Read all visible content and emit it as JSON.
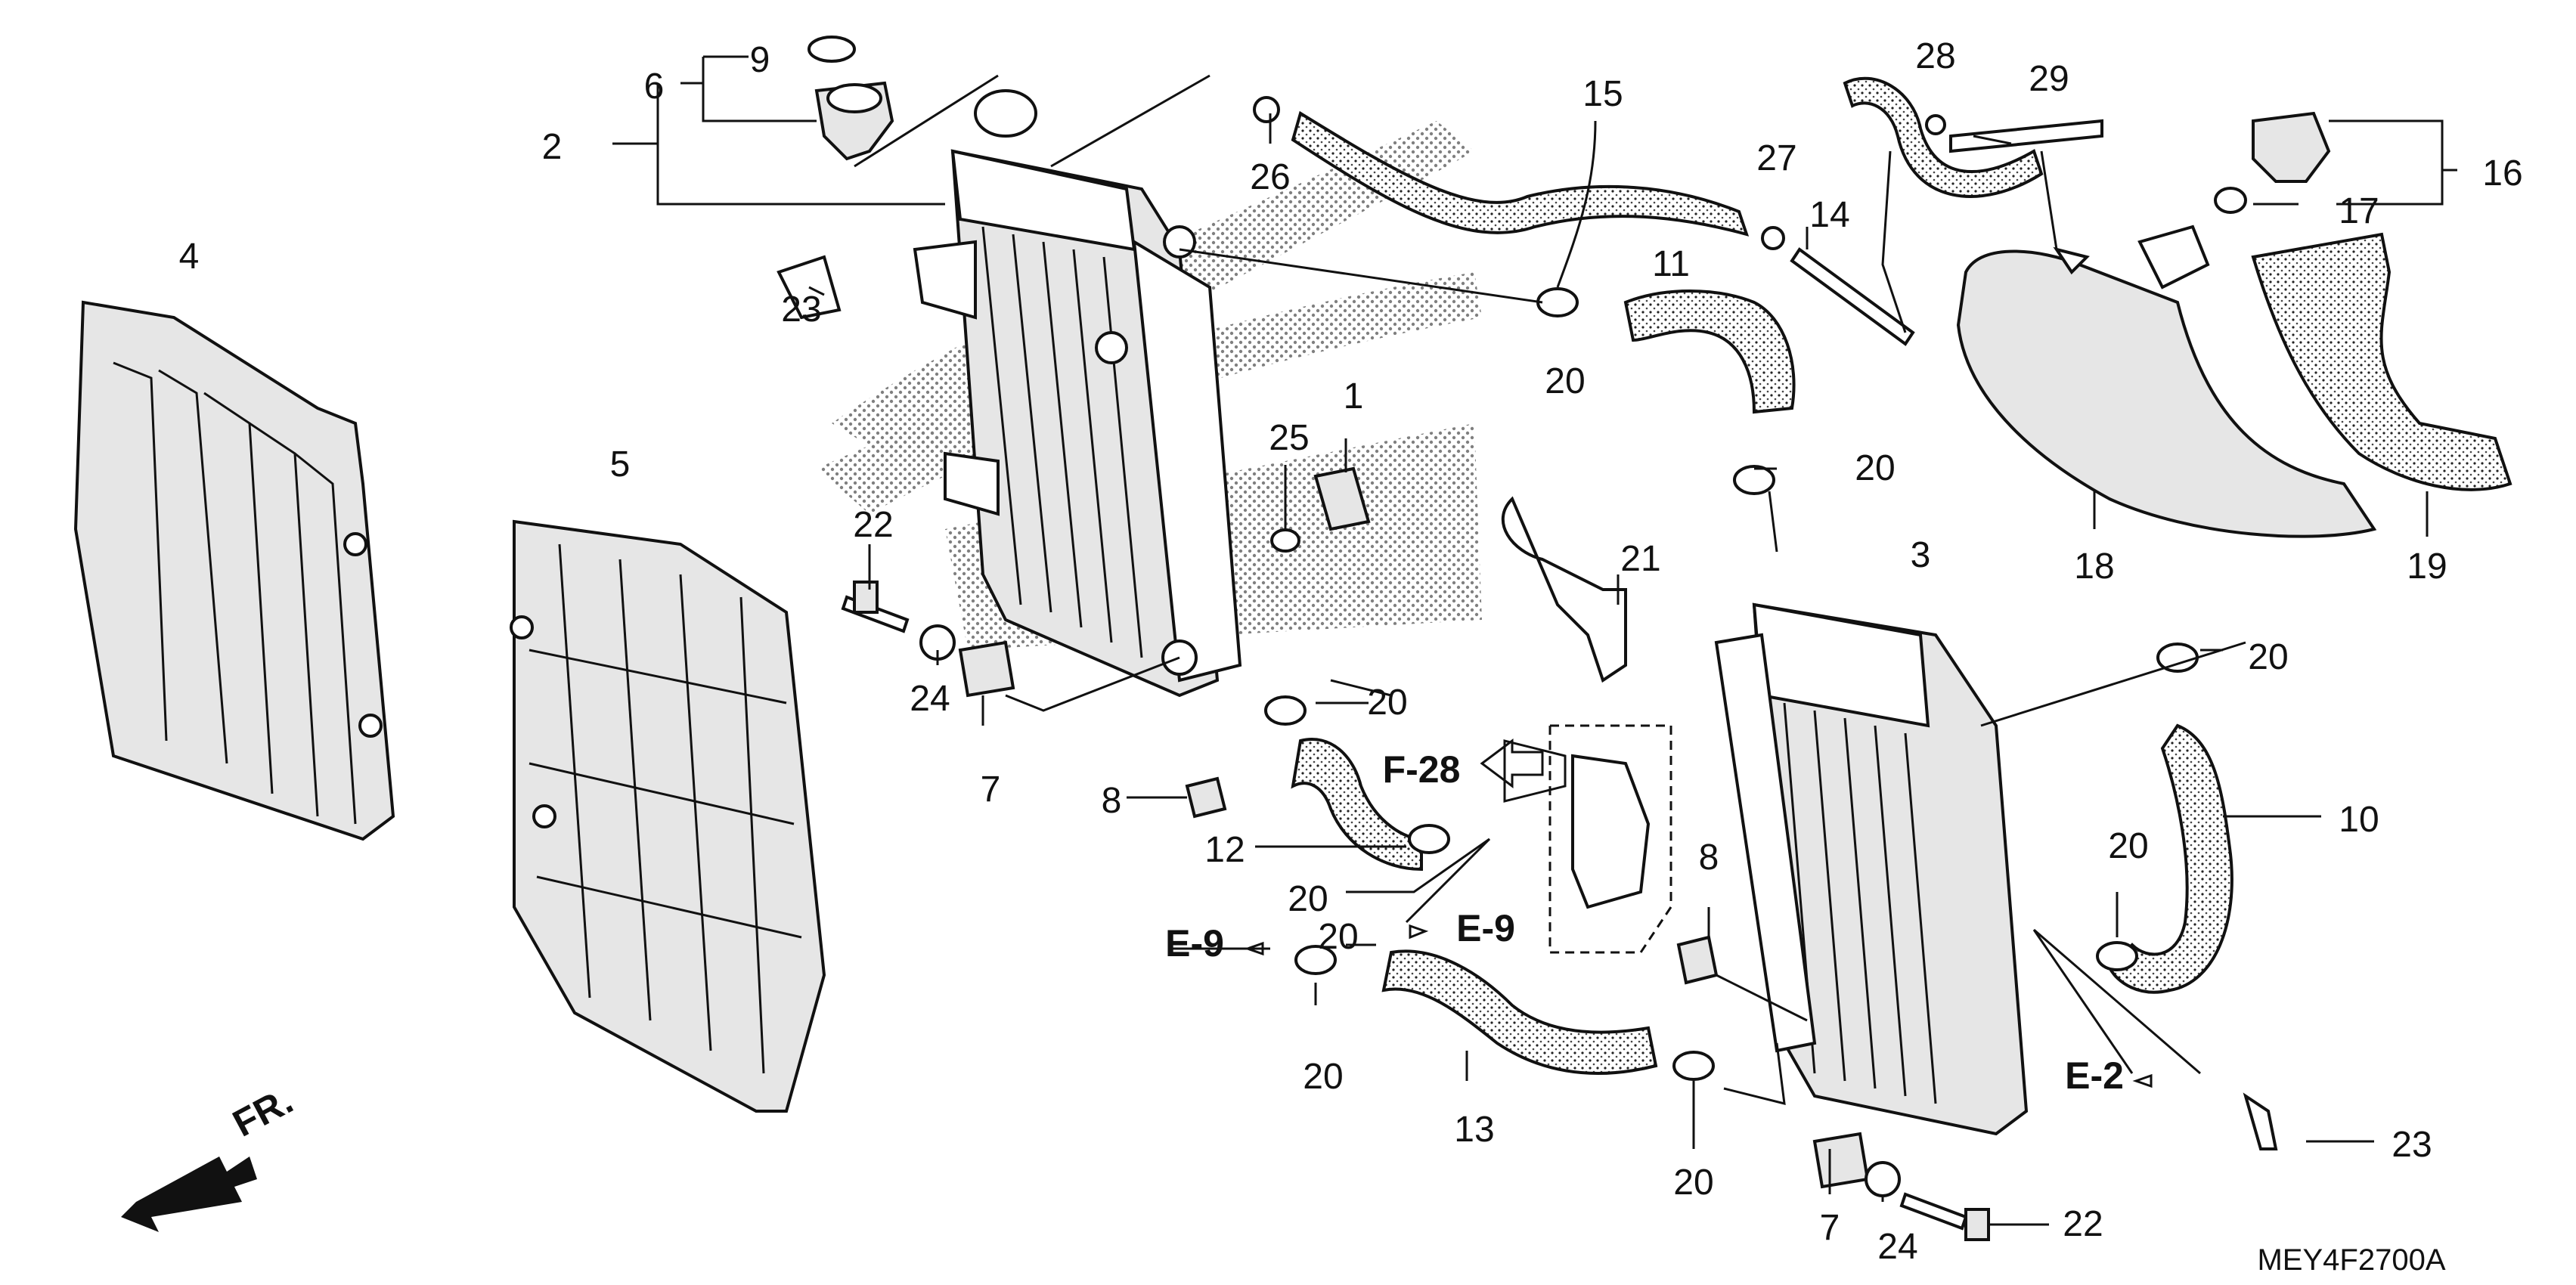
{
  "callouts": [
    {
      "id": "c1",
      "label": "1"
    },
    {
      "id": "c2",
      "label": "2"
    },
    {
      "id": "c3",
      "label": "3"
    },
    {
      "id": "c4",
      "label": "4"
    },
    {
      "id": "c5",
      "label": "5"
    },
    {
      "id": "c6",
      "label": "6"
    },
    {
      "id": "c7a",
      "label": "7"
    },
    {
      "id": "c7b",
      "label": "7"
    },
    {
      "id": "c8a",
      "label": "8"
    },
    {
      "id": "c8b",
      "label": "8"
    },
    {
      "id": "c9",
      "label": "9"
    },
    {
      "id": "c10",
      "label": "10"
    },
    {
      "id": "c11",
      "label": "11"
    },
    {
      "id": "c12",
      "label": "12"
    },
    {
      "id": "c13",
      "label": "13"
    },
    {
      "id": "c14",
      "label": "14"
    },
    {
      "id": "c15",
      "label": "15"
    },
    {
      "id": "c16",
      "label": "16"
    },
    {
      "id": "c17",
      "label": "17"
    },
    {
      "id": "c18",
      "label": "18"
    },
    {
      "id": "c19",
      "label": "19"
    },
    {
      "id": "c20a",
      "label": "20"
    },
    {
      "id": "c20b",
      "label": "20"
    },
    {
      "id": "c20c",
      "label": "20"
    },
    {
      "id": "c20d",
      "label": "20"
    },
    {
      "id": "c20e",
      "label": "20"
    },
    {
      "id": "c20f",
      "label": "20"
    },
    {
      "id": "c20g",
      "label": "20"
    },
    {
      "id": "c20h",
      "label": "20"
    },
    {
      "id": "c20i",
      "label": "20"
    },
    {
      "id": "c21",
      "label": "21"
    },
    {
      "id": "c22a",
      "label": "22"
    },
    {
      "id": "c22b",
      "label": "22"
    },
    {
      "id": "c23a",
      "label": "23"
    },
    {
      "id": "c23b",
      "label": "23"
    },
    {
      "id": "c24a",
      "label": "24"
    },
    {
      "id": "c24b",
      "label": "24"
    },
    {
      "id": "c25",
      "label": "25"
    },
    {
      "id": "c26",
      "label": "26"
    },
    {
      "id": "c27",
      "label": "27"
    },
    {
      "id": "c28",
      "label": "28"
    },
    {
      "id": "c29",
      "label": "29"
    }
  ],
  "references": {
    "f28": "F-28",
    "e9_left": "E-9",
    "e9_right": "E-9",
    "e2": "E-2"
  },
  "front_marker": "FR.",
  "diagram_code": "MEY4F2700A"
}
